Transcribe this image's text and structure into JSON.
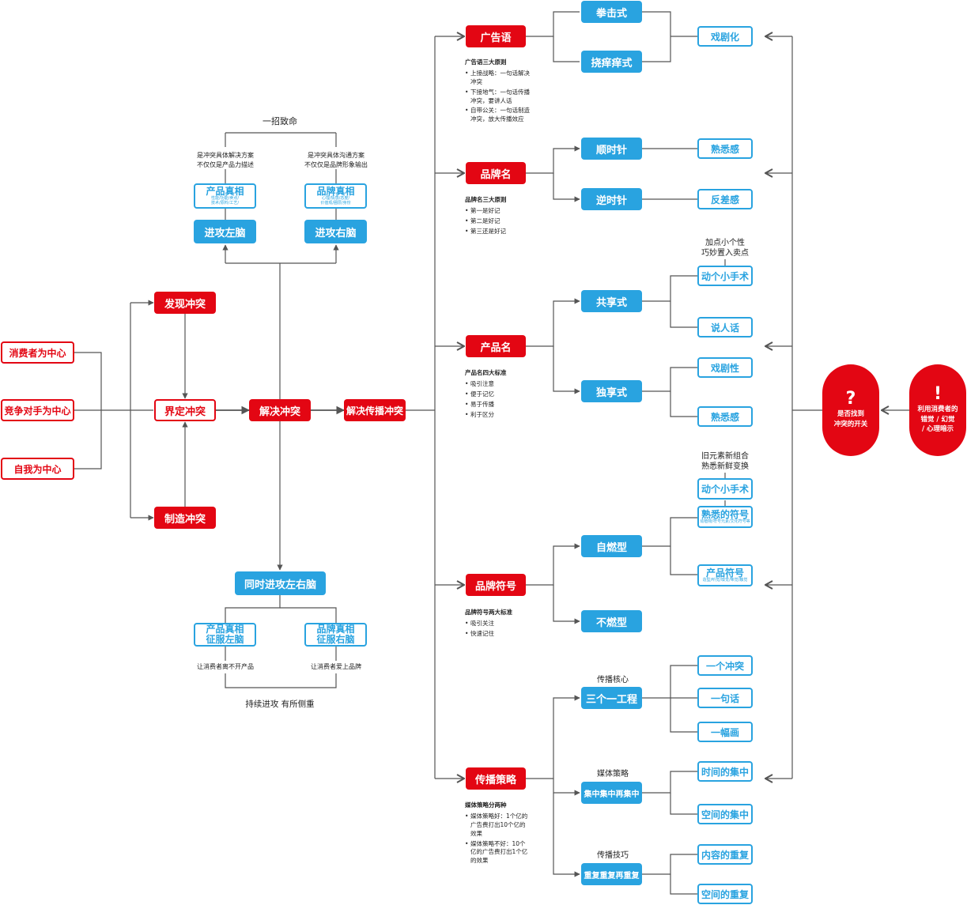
{
  "colors": {
    "red": "#e30613",
    "blue": "#29a3e0",
    "line": "#555555"
  },
  "left": {
    "consumer": "消费者为中心",
    "competitor": "竞争对手为中心",
    "self": "自我为中心"
  },
  "conflict": {
    "discover": "发现冲突",
    "define": "界定冲突",
    "create": "制造冲突",
    "solve": "解决冲突",
    "spread": "解决传播冲突"
  },
  "top_branch": {
    "title": "一招致命",
    "left_desc_1": "是冲突具体解决方案",
    "left_desc_2": "不仅仅是产品力描述",
    "right_desc_1": "是冲突具体沟通方案",
    "right_desc_2": "不仅仅是品牌形象输出",
    "product_truth": "产品真相",
    "product_truth_sub1": "性能/功能/卖点/",
    "product_truth_sub2": "技术/原料/工艺/",
    "brand_truth": "品牌真相",
    "brand_truth_sub1": "心理/情感/态度/",
    "brand_truth_sub2": "价值观/圈层/身份",
    "attack_left": "进攻左脑",
    "attack_right": "进攻右脑"
  },
  "bottom_branch": {
    "both": "同时进攻左右脑",
    "product_1": "产品真相",
    "product_2": "征服左脑",
    "brand_1": "品牌真相",
    "brand_2": "征服右脑",
    "product_desc": "让消费者离不开产品",
    "brand_desc": "让消费者爱上品牌",
    "footer": "持续进攻 有所侧重"
  },
  "ad": {
    "label": "广告语",
    "note_title": "广告语三大原则",
    "note_items": [
      "上接战略：一句话解决冲突",
      "下接地气：一句话传播冲突，要讲人话",
      "自带公关：一句话制造冲突，放大传播效应"
    ],
    "punch": "拳击式",
    "tickle": "挠痒痒式",
    "drama": "戏剧化"
  },
  "brand_name": {
    "label": "品牌名",
    "note_title": "品牌名三大原则",
    "note_items": [
      "第一是好记",
      "第二是好记",
      "第三还是好记"
    ],
    "clockwise": "顺时针",
    "counter": "逆时针",
    "familiar": "熟悉感",
    "contrast": "反差感"
  },
  "product_name": {
    "label": "产品名",
    "note_title": "产品名四大标准",
    "note_items": [
      "吸引注意",
      "便于记忆",
      "易于传播",
      "利于区分"
    ],
    "shared": "共享式",
    "exclusive": "独享式",
    "hint_1": "加点小个性",
    "hint_2": "巧妙置入卖点",
    "surgery": "动个小手术",
    "talk": "说人话",
    "drama": "戏剧性",
    "familiar": "熟悉感"
  },
  "brand_symbol": {
    "label": "品牌符号",
    "note_title": "品牌符号两大标准",
    "note_items": [
      "吸引关注",
      "快速记住"
    ],
    "self_burn": "自燃型",
    "no_burn": "不燃型",
    "hint_1": "旧元素新组合",
    "hint_2": "熟悉新鲜变换",
    "surgery": "动个小手术",
    "familiar_symbol": "熟悉的符号",
    "familiar_symbol_sub": "动植物/符号元素/文化符号等",
    "product_symbol": "产品符号",
    "product_symbol_sub": "造型/听觉/嗅觉/味觉/触觉"
  },
  "strategy": {
    "label": "传播策略",
    "note_title": "媒体策略分两种",
    "note_items": [
      "媒体策略好：1个亿的广告费打出10个亿的效果",
      "媒体策略不好：10个亿的广告费打出1个亿的效果"
    ],
    "core_title": "传播核心",
    "core": "三个一工程",
    "one_conflict": "一个冲突",
    "one_sentence": "一句话",
    "one_picture": "一幅画",
    "media_title": "媒体策略",
    "media": "集中集中再集中",
    "time_focus": "时间的集中",
    "space_focus": "空间的集中",
    "skill_title": "传播技巧",
    "skill": "重复重复再重复",
    "content_repeat": "内容的重复",
    "space_repeat": "空间的重复"
  },
  "right": {
    "question_glyph": "?",
    "question_1": "是否找到",
    "question_2": "冲突的开关",
    "excl_glyph": "!",
    "excl_1": "利用消费者的",
    "excl_2": "错觉 / 幻觉",
    "excl_3": "/ 心理暗示"
  }
}
